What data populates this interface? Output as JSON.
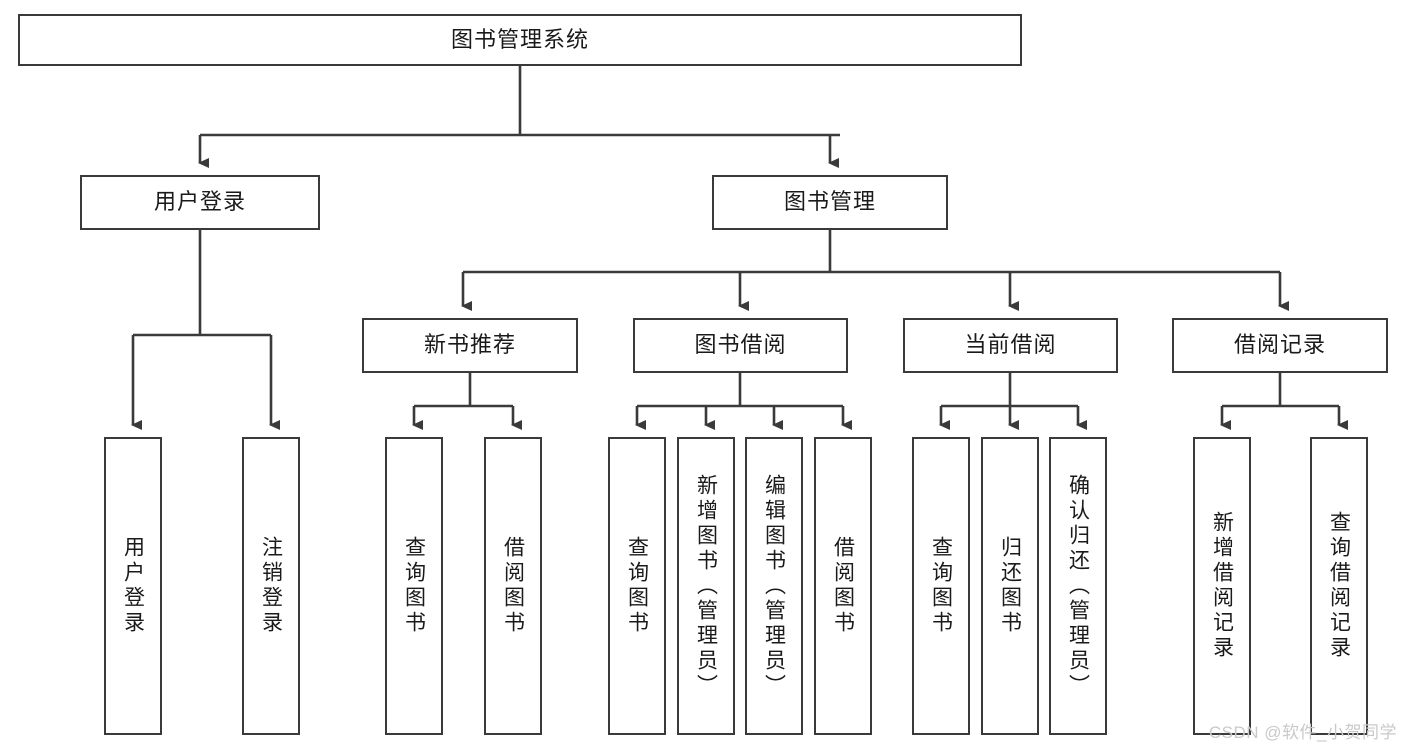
{
  "diagram": {
    "type": "tree-hierarchy-flowchart",
    "title": "图书管理系统",
    "watermark": "CSDN @软件_小贺同学",
    "colors": {
      "box_border": "#3a3a3a",
      "box_fill": "#ffffff",
      "line": "#3a3a3a",
      "text": "#1a1a1a",
      "watermark": "#c9c9c9"
    },
    "levels": [
      {
        "level": 1,
        "nodes": [
          {
            "id": "root",
            "label": "图书管理系统",
            "orientation": "horizontal"
          }
        ]
      },
      {
        "level": 2,
        "nodes": [
          {
            "id": "login",
            "label": "用户登录",
            "orientation": "horizontal",
            "parent": "root"
          },
          {
            "id": "bookmgmt",
            "label": "图书管理",
            "orientation": "horizontal",
            "parent": "root"
          }
        ]
      },
      {
        "level": 3,
        "nodes": [
          {
            "id": "newbook",
            "label": "新书推荐",
            "orientation": "horizontal",
            "parent": "bookmgmt"
          },
          {
            "id": "borrow",
            "label": "图书借阅",
            "orientation": "horizontal",
            "parent": "bookmgmt"
          },
          {
            "id": "current",
            "label": "当前借阅",
            "orientation": "horizontal",
            "parent": "bookmgmt"
          },
          {
            "id": "records",
            "label": "借阅记录",
            "orientation": "horizontal",
            "parent": "bookmgmt"
          }
        ]
      },
      {
        "level": 4,
        "nodes": [
          {
            "id": "leaf-1",
            "label": "用户登录",
            "orientation": "vertical",
            "parent": "login"
          },
          {
            "id": "leaf-2",
            "label": "注销登录",
            "orientation": "vertical",
            "parent": "login"
          },
          {
            "id": "leaf-3",
            "label": "查询图书",
            "orientation": "vertical",
            "parent": "newbook"
          },
          {
            "id": "leaf-4",
            "label": "借阅图书",
            "orientation": "vertical",
            "parent": "newbook"
          },
          {
            "id": "leaf-5",
            "label": "查询图书",
            "orientation": "vertical",
            "parent": "borrow"
          },
          {
            "id": "leaf-6",
            "label": "新增图书（管理员）",
            "orientation": "vertical",
            "parent": "borrow"
          },
          {
            "id": "leaf-7",
            "label": "编辑图书（管理员）",
            "orientation": "vertical",
            "parent": "borrow"
          },
          {
            "id": "leaf-8",
            "label": "借阅图书",
            "orientation": "vertical",
            "parent": "borrow"
          },
          {
            "id": "leaf-9",
            "label": "查询图书",
            "orientation": "vertical",
            "parent": "current"
          },
          {
            "id": "leaf-10",
            "label": "归还图书",
            "orientation": "vertical",
            "parent": "current"
          },
          {
            "id": "leaf-11",
            "label": "确认归还（管理员）",
            "orientation": "vertical",
            "parent": "current"
          },
          {
            "id": "leaf-12",
            "label": "新增借阅记录",
            "orientation": "vertical",
            "parent": "records"
          },
          {
            "id": "leaf-13",
            "label": "查询借阅记录",
            "orientation": "vertical",
            "parent": "records"
          }
        ]
      }
    ]
  }
}
